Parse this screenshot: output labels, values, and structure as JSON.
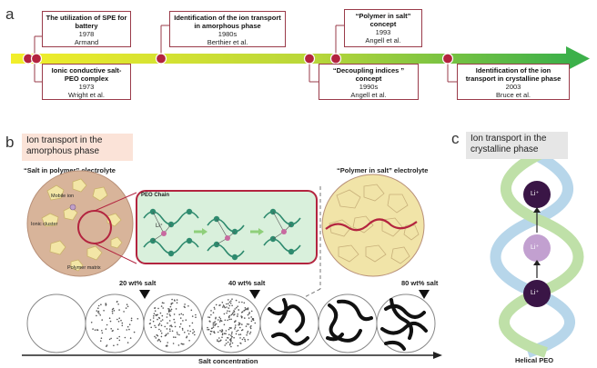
{
  "panel_a": {
    "letter": "a",
    "events": [
      {
        "title": "The utilization of SPE for battery",
        "year": "1978",
        "author": "Armand"
      },
      {
        "title": "Ionic conductive salt-PEO complex",
        "year": "1973",
        "author": "Wright et al."
      },
      {
        "title": "Identification of the ion transport in amorphous phase",
        "year": "1980s",
        "author": "Berthier et al."
      },
      {
        "title": "“Decoupling indices ” concept",
        "year": "1990s",
        "author": "Angell et al."
      },
      {
        "title": "“Polymer in salt” concept",
        "year": "1993",
        "author": "Angell et al."
      },
      {
        "title": "Identification of the ion transport in crystalline phase",
        "year": "2003",
        "author": "Bruce et al."
      }
    ]
  },
  "panel_b": {
    "letter": "b",
    "header": "Ion transport in the amorphous phase",
    "salt_in_polymer": "“Salt in polymer” electrolyte",
    "polymer_in_salt": "“Polymer in salt” electrolyte",
    "mobile_ion": "Mobile ion",
    "ionic_cluster": "Ionic cluster",
    "polymer_matrix": "Polymer matrix",
    "peo_chain": "PEO Chain",
    "li_ion": "Li⁺",
    "salt_20": "20 wt% salt",
    "salt_40": "40 wt% salt",
    "salt_80": "80 wt% salt",
    "axis_label": "Salt concentration"
  },
  "panel_c": {
    "letter": "c",
    "header": "Ion transport in the crystalline phase",
    "li_ion": "Li⁺",
    "caption": "Helical PEO"
  },
  "colors": {
    "timeline_start": "#f2ee2a",
    "timeline_end": "#3cb04a",
    "accent": "#b3243f",
    "header_b_bg": "#fbe3d8",
    "header_c_bg": "#e6e6e6",
    "flake": "#f3e6a6",
    "chain": "#2e8a6e"
  }
}
